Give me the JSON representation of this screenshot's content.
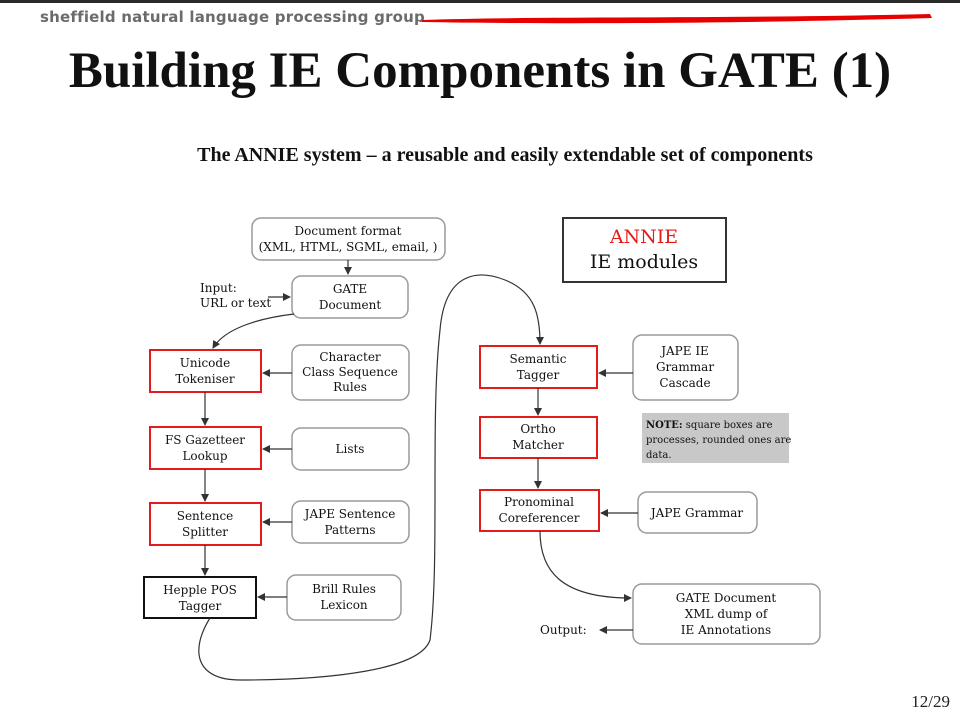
{
  "header": {
    "brand": "sheffield natural language processing group",
    "accent_color": "#e60000"
  },
  "slide": {
    "title": "Building IE Components in GATE (1)",
    "subtitle": "The ANNIE system – a reusable and easily extendable set of components",
    "page": "12/29"
  },
  "diagram": {
    "colors": {
      "process_border_red": "#e41b1b",
      "process_border_black": "#111111",
      "data_border": "#9a9a9a",
      "note_bg": "#c8c8c8",
      "arrow": "#333333"
    },
    "legend": {
      "line1": "ANNIE",
      "line2": "IE modules"
    },
    "note": {
      "bold": "NOTE:",
      "line1": " square boxes are",
      "line2": "processes, rounded ones are",
      "line3": "data."
    },
    "doc_format": {
      "line1": "Document format",
      "line2": "(XML, HTML, SGML, email,    )"
    },
    "gate_document": {
      "line1": "GATE",
      "line2": "Document"
    },
    "input_label": {
      "line1": "Input:",
      "line2": "URL or text"
    },
    "output_label": "Output:",
    "processes": {
      "tokeniser": {
        "line1": "Unicode",
        "line2": "Tokeniser"
      },
      "gazetteer": {
        "line1": "FS Gazetteer",
        "line2": "Lookup"
      },
      "splitter": {
        "line1": "Sentence",
        "line2": "Splitter"
      },
      "pos_tagger": {
        "line1": "Hepple POS",
        "line2": "Tagger"
      },
      "semantic_tagger": {
        "line1": "Semantic",
        "line2": "Tagger"
      },
      "ortho_matcher": {
        "line1": "Ortho",
        "line2": "Matcher"
      },
      "coreferencer": {
        "line1": "Pronominal",
        "line2": "Coreferencer"
      }
    },
    "resources": {
      "char_rules": {
        "line1": "Character",
        "line2": "Class Sequence",
        "line3": "Rules"
      },
      "lists": {
        "line1": "Lists"
      },
      "jape_sentence": {
        "line1": "JAPE Sentence",
        "line2": "Patterns"
      },
      "brill": {
        "line1": "Brill Rules",
        "line2": "Lexicon"
      },
      "jape_ie": {
        "line1": "JAPE IE",
        "line2": "Grammar",
        "line3": "Cascade"
      },
      "jape_grammar": {
        "line1": "JAPE Grammar"
      },
      "gate_output": {
        "line1": "GATE Document",
        "line2": "XML dump of",
        "line3": "IE Annotations"
      }
    }
  }
}
